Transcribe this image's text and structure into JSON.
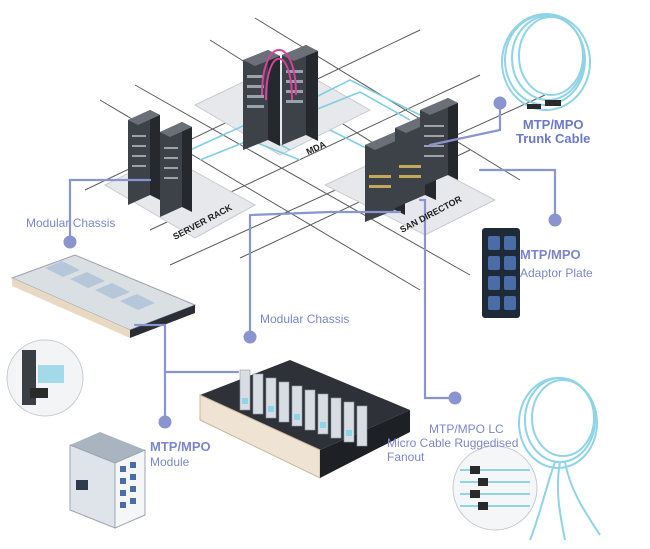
{
  "zones": {
    "mda": "MDA",
    "server_rack": "SERVER RACK",
    "san_director": "SAN DIRECTOR"
  },
  "callouts": {
    "trunk_cable": {
      "title": "MTP/MPO",
      "subtitle": "Trunk Cable"
    },
    "adaptor_plate": {
      "title": "MTP/MPO",
      "subtitle": "Adaptor Plate"
    },
    "modular_chassis_left": {
      "label": "Modular Chassis"
    },
    "modular_chassis_center": {
      "label": "Modular Chassis"
    },
    "module": {
      "title": "MTP/MPO",
      "subtitle": "Module"
    },
    "lc_fanout": {
      "line1": "MTP/MPO LC",
      "line2": "Micro Cable Ruggedised",
      "line3": "Fanout"
    }
  },
  "colors": {
    "callout_line": "#8a94cf",
    "callout_dot": "#8a94cf",
    "label_text": "#7b86c9",
    "fiber_aqua": "#8fd3e6",
    "patch_pink": "#d1449a",
    "grid_line": "#555555",
    "rack_dark": "#3d4148"
  }
}
